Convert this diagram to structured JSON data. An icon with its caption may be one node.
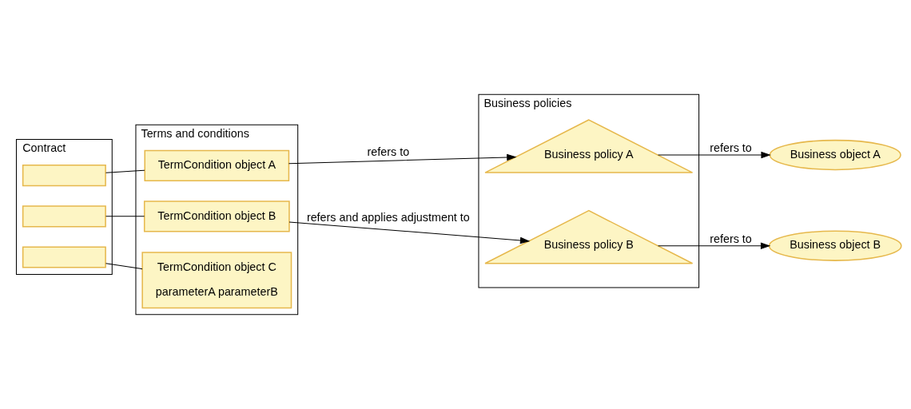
{
  "diagram": {
    "nodes": [
      {
        "text": [
          "Contract"
        ]
      },
      {
        "text": [],
        "shape": "box",
        "in": 0
      },
      {
        "text": [],
        "shape": "box",
        "in": 0
      },
      {
        "text": [],
        "shape": "box",
        "in": 0
      },
      {
        "text": [
          "Terms and conditions"
        ]
      },
      {
        "text": [
          "TermCondition object A"
        ],
        "in": 4
      },
      {
        "text": [
          "TermCondition object B"
        ],
        "in": 4
      },
      {
        "text": [
          "TermCondition object C",
          "parameterA parameterB"
        ],
        "in": 4
      },
      {
        "text": [
          "Business policies"
        ]
      },
      {
        "text": [
          "Business policy A"
        ],
        "in": 8
      },
      {
        "text": [
          "Business policy B"
        ],
        "in": 8
      },
      {
        "text": [
          "Business object A"
        ]
      },
      {
        "text": [
          "Business object B"
        ]
      }
    ],
    "edges": [
      {
        "from": 1,
        "to": 5,
        "arrow": "none"
      },
      {
        "from": 2,
        "to": 6,
        "arrow": "none"
      },
      {
        "from": 3,
        "to": 7,
        "arrow": "none"
      },
      {
        "from": 5,
        "to": 9,
        "arrow": "to",
        "label": "refers to"
      },
      {
        "from": 6,
        "to": 10,
        "arrow": "to",
        "label": "refers and applies adjustment to"
      },
      {
        "from": 9,
        "to": 11,
        "arrow": "to",
        "label": "refers to"
      },
      {
        "from": 10,
        "to": 12,
        "arrow": "to",
        "label": "refers to"
      }
    ]
  }
}
